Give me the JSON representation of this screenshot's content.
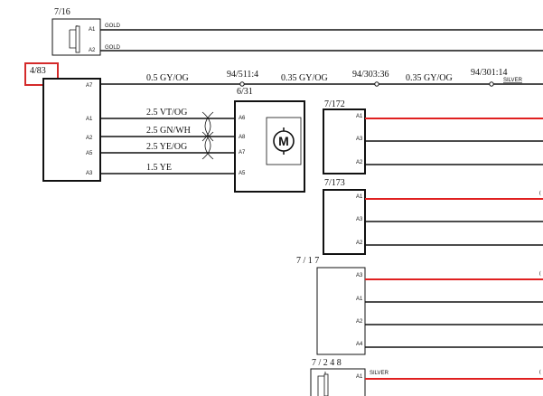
{
  "connectors": {
    "c716": {
      "label": "7/16",
      "pin_a1": "A1",
      "pin_a2": "A2",
      "wire_a1": "GOLD",
      "wire_a2": "GOLD"
    },
    "c483": {
      "label": "4/83",
      "pins": [
        "A7",
        "A1",
        "A2",
        "A5",
        "A3"
      ]
    },
    "motor": {
      "label": "6/31",
      "pins": [
        "A6",
        "A8",
        "A7",
        "A5"
      ],
      "symbol": "M"
    },
    "c7172": {
      "label": "7/172",
      "pins": [
        "A1",
        "A3",
        "A2"
      ]
    },
    "c7173": {
      "label": "7/173",
      "pins": [
        "A1",
        "A3",
        "A2"
      ]
    },
    "c717": {
      "label": "7 / 1 7",
      "pins": [
        "A3",
        "A1",
        "A2",
        "A4"
      ]
    },
    "c7248": {
      "label": "7 / 2 4 8",
      "pin_a1": "A1",
      "wire_a1": "SILVER"
    }
  },
  "wires": {
    "w_a7": "0.5 GY/OG",
    "w_a1": "2.5 VT/OG",
    "w_a2": "2.5 GN/WH",
    "w_a5": "2.5 YE/OG",
    "w_a3": "1.5 YE",
    "seg2": "0.35 GY/OG",
    "seg3": "0.35 GY/OG",
    "silver": "SILVER"
  },
  "splices": {
    "s1": "94/511:4",
    "s2": "94/303:36",
    "s3": "94/301:14"
  },
  "colors": {
    "red_wire": "#e02020",
    "highlight_box": "#d42a2a",
    "line": "#111111"
  }
}
